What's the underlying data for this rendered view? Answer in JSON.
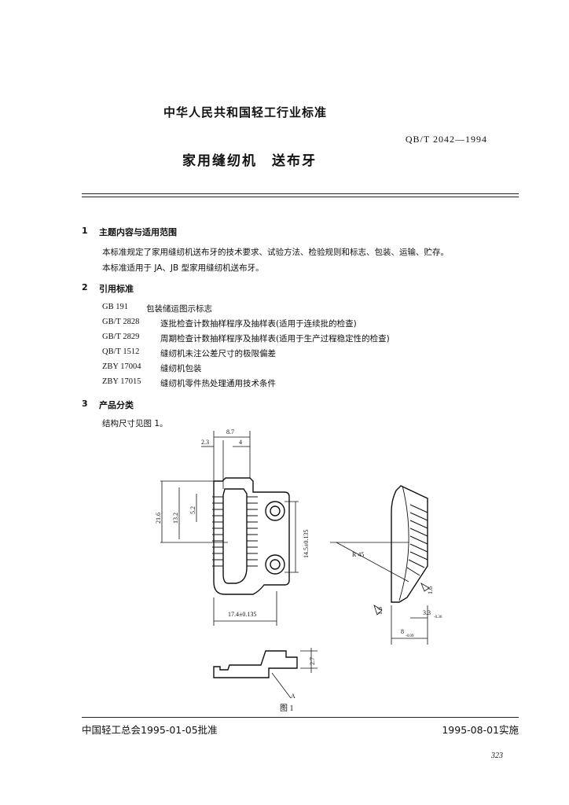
{
  "header": {
    "standard_category": "中华人民共和国轻工行业标准",
    "standard_code": "QB/T 2042—1994",
    "title": "家用缝纫机　送布牙"
  },
  "sections": [
    {
      "number": "1",
      "heading": "主题内容与适用范围",
      "paragraphs": [
        "本标准规定了家用缝纫机送布牙的技术要求、试验方法、检验规则和标志、包装、运输、贮存。",
        "本标准适用于 JA、JB 型家用缝纫机送布牙。"
      ]
    },
    {
      "number": "2",
      "heading": "引用标准",
      "references": [
        {
          "code": "GB 191",
          "title": "包装储运图示标志"
        },
        {
          "code": "GB/T 2828",
          "title": "逐批检查计数抽样程序及抽样表(适用于连续批的检查)"
        },
        {
          "code": "GB/T 2829",
          "title": "周期检查计数抽样程序及抽样表(适用于生产过程稳定性的检查)"
        },
        {
          "code": "QB/T 1512",
          "title": "缝纫机未注公差尺寸的极限偏差"
        },
        {
          "code": "ZBY 17004",
          "title": "缝纫机包装"
        },
        {
          "code": "ZBY 17015",
          "title": "缝纫机零件热处理通用技术条件"
        }
      ]
    },
    {
      "number": "3",
      "heading": "产品分类",
      "paragraphs": [
        "结构尺寸见图 1。"
      ]
    }
  ],
  "figure": {
    "caption": "图 1",
    "dimensions": {
      "top_width": "8.7",
      "left_offset": "2.3",
      "slot_width": "4",
      "height_outer": "21.6",
      "height_mid": "13.2",
      "height_inner": "5.2",
      "hole_spacing": "14.5±0.135",
      "bottom_width": "17.4±0.135",
      "radius": "R 45",
      "thickness_right": "1.6",
      "thickness_left": "1.6",
      "step_value": "3.3",
      "step_tolerance": "-0.30",
      "base_width": "8",
      "base_tolerance": "-0.09",
      "side_height": "2.7",
      "section_label": "A"
    }
  },
  "footer": {
    "approval": "中国轻工总会1995-01-05批准",
    "effective": "1995-08-01实施",
    "page_number": "323"
  }
}
